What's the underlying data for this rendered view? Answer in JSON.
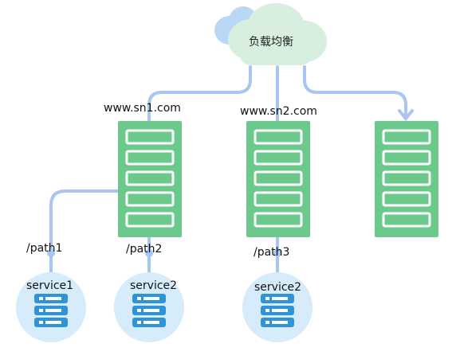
{
  "load_balancer": {
    "label": "负载均衡"
  },
  "hosts": [
    {
      "label": "www.sn1.com"
    },
    {
      "label": "www.sn2.com"
    },
    {
      "label": ""
    }
  ],
  "paths": [
    {
      "label": "/path1"
    },
    {
      "label": "/path2"
    },
    {
      "label": "/path3"
    }
  ],
  "services": [
    {
      "label": "service1"
    },
    {
      "label": "service2"
    },
    {
      "label": "service2"
    }
  ],
  "colors": {
    "server_green": "#6cc98c",
    "server_slot": "#ffffff",
    "connector_blue": "#a7c6f2",
    "service_circle": "#d6ecfb",
    "service_icon": "#2f93d8",
    "cloud_green": "#d8eedf",
    "cloud_blue": "#b9d8f6"
  }
}
